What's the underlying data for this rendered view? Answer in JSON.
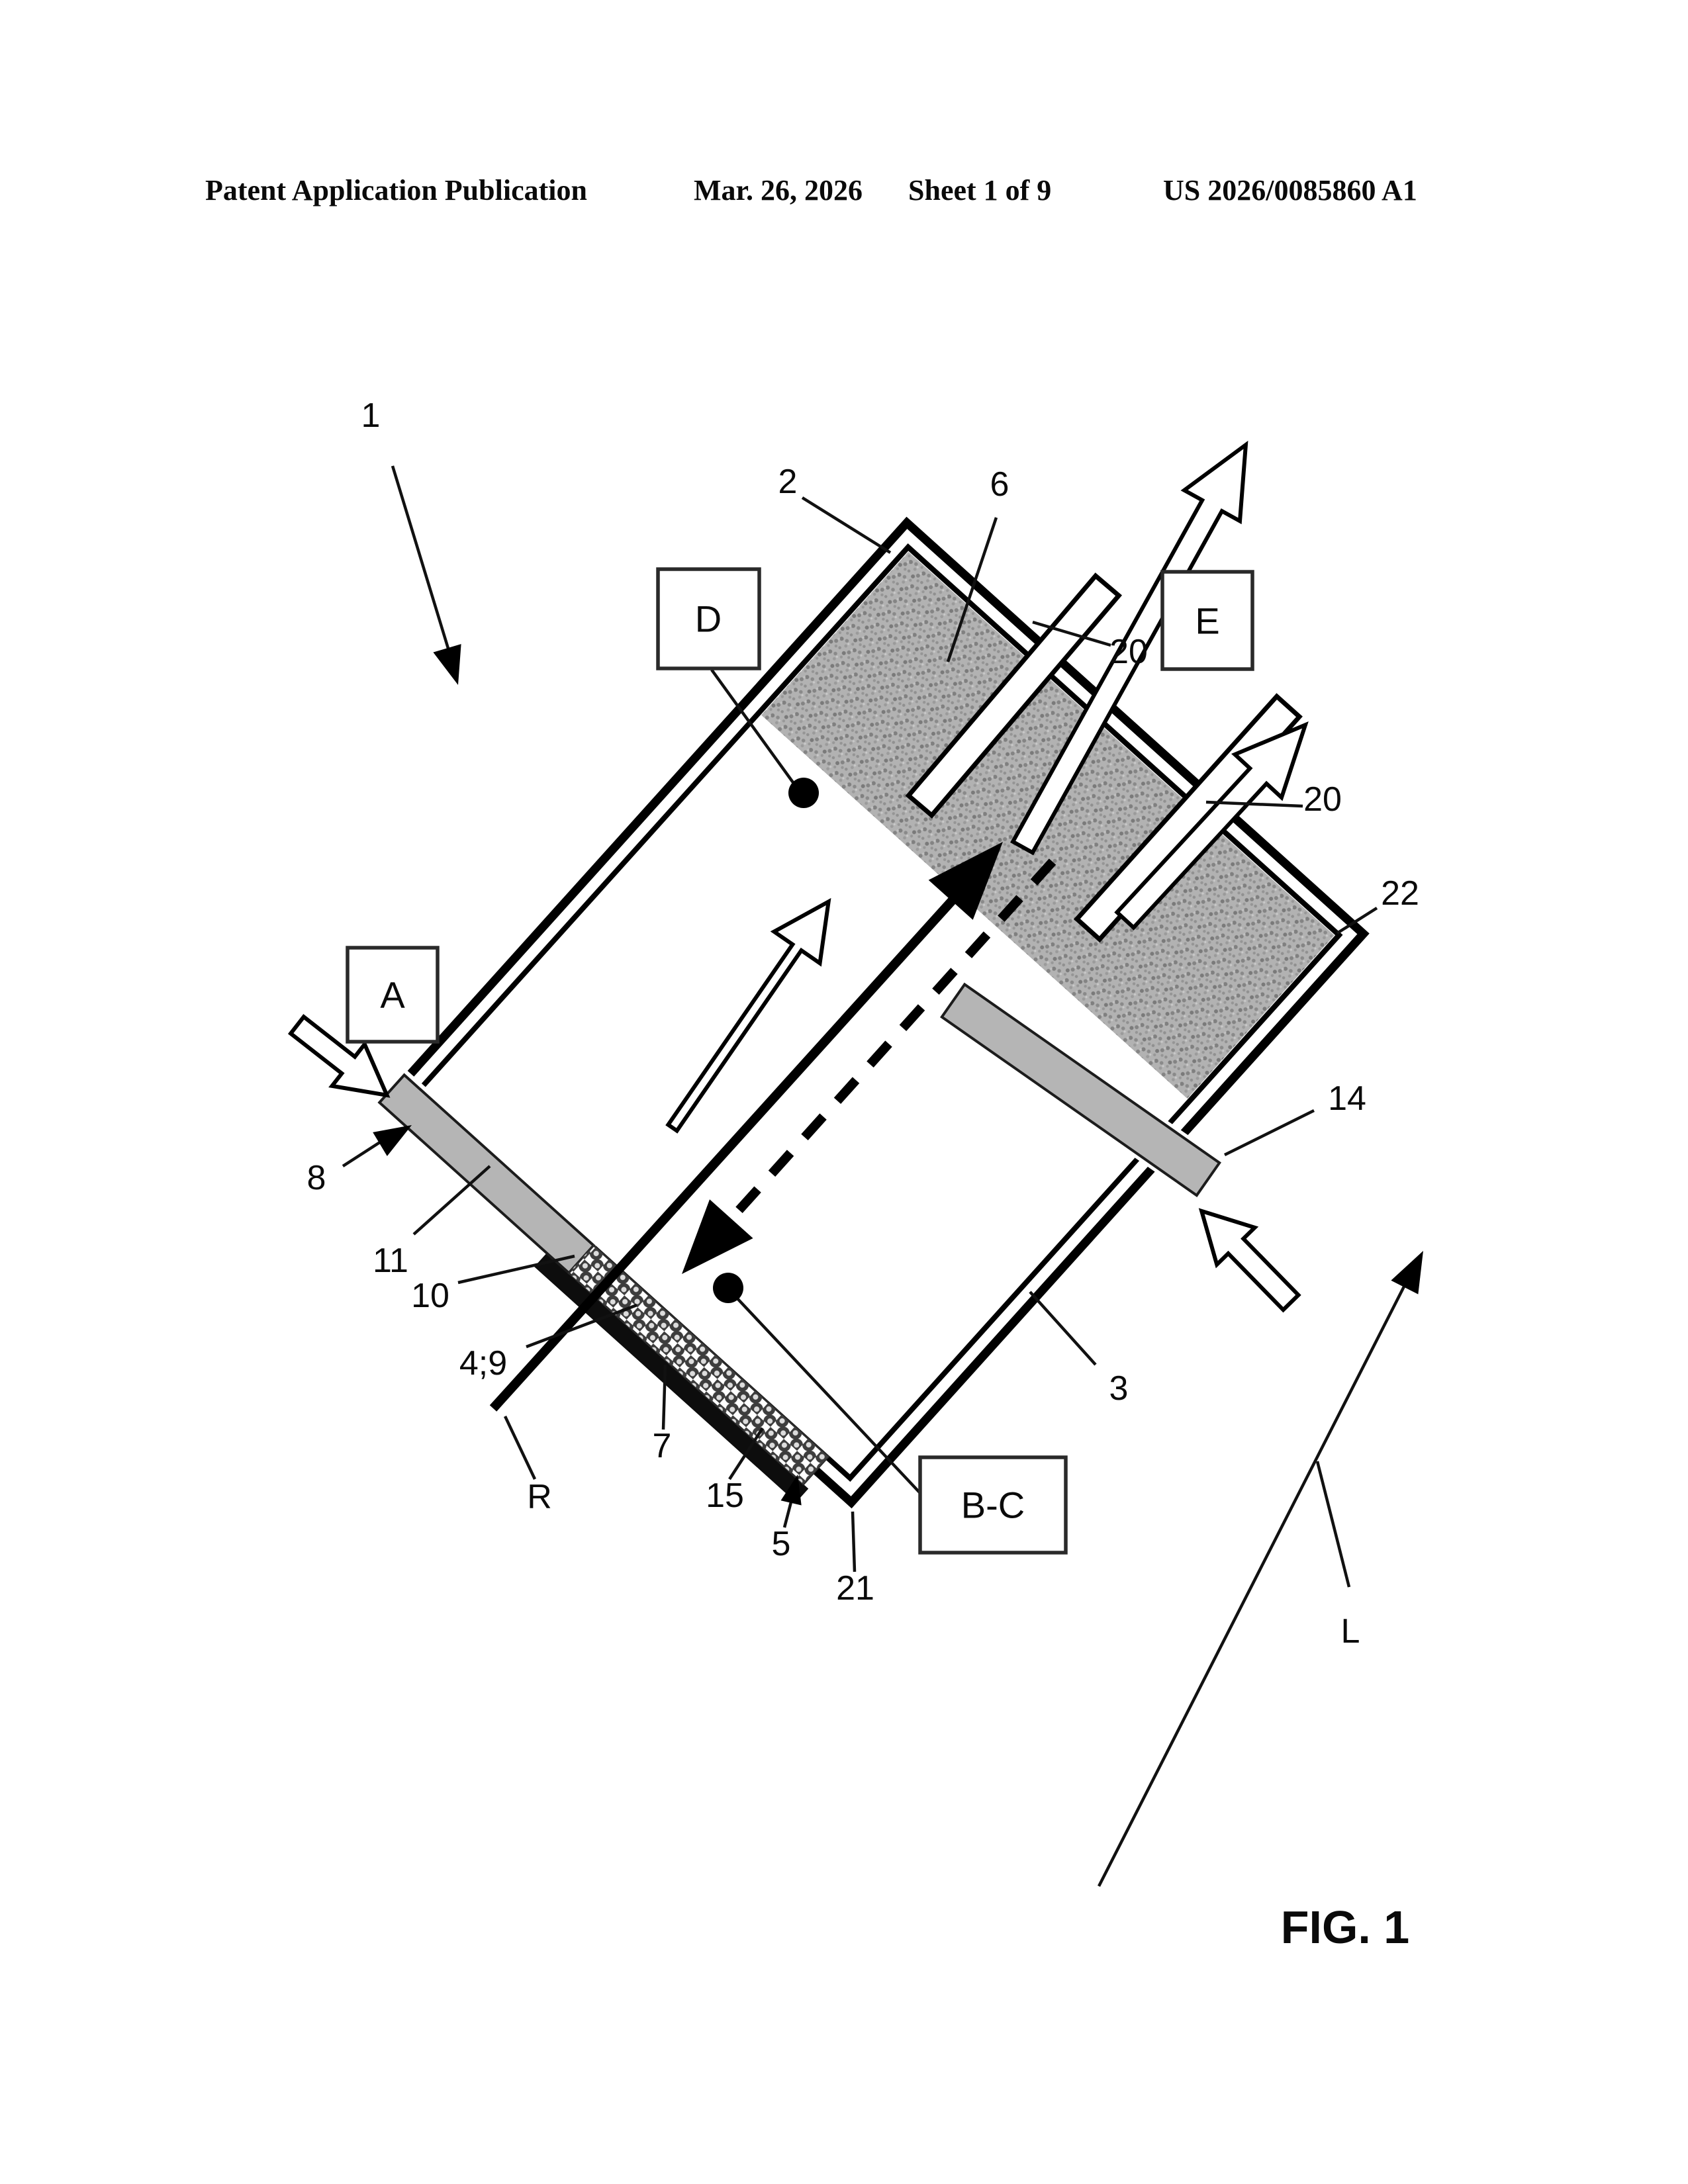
{
  "header": {
    "left": "Patent Application Publication",
    "date": "Mar. 26, 2026",
    "sheet": "Sheet 1 of 9",
    "patent_number": "US 2026/0085860 A1"
  },
  "fig": {
    "caption": "FIG. 1",
    "boxes": {
      "a": "A",
      "d": "D",
      "e": "E",
      "bc": "B-C"
    },
    "labels": {
      "n1": "1",
      "n2": "2",
      "n3": "3",
      "n5": "5",
      "n6": "6",
      "n7": "7",
      "n8": "8",
      "n10": "10",
      "n11": "11",
      "n14": "14",
      "n15": "15",
      "n20a": "20",
      "n20b": "20",
      "n21": "21",
      "n22": "22",
      "n49": "4;9",
      "r": "R",
      "l": "L"
    }
  },
  "colors": {
    "line": "#000000",
    "tube_fill": "#b5b5b5",
    "band_fill": "#b2b2b2",
    "lining": "#0d0d0d",
    "bead_dark": "#3d3d3d",
    "bead_light": "#dcdcdc"
  }
}
